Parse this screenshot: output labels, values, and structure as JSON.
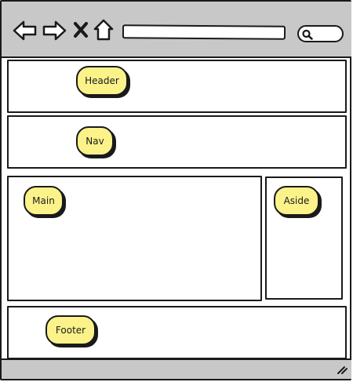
{
  "browser": {
    "nav_icons": [
      "arrow-left-icon",
      "arrow-right-icon",
      "close-icon",
      "home-icon"
    ],
    "address_bar_value": "",
    "search_icon": "search-icon"
  },
  "layout": {
    "header_label": "Header",
    "nav_label": "Nav",
    "main_label": "Main",
    "aside_label": "Aside",
    "footer_label": "Footer"
  },
  "colors": {
    "chrome": "#c8c8c8",
    "sticky_note": "#fbf38a",
    "outline": "#1a1a1a"
  },
  "status_icon": "resize-grip-icon"
}
